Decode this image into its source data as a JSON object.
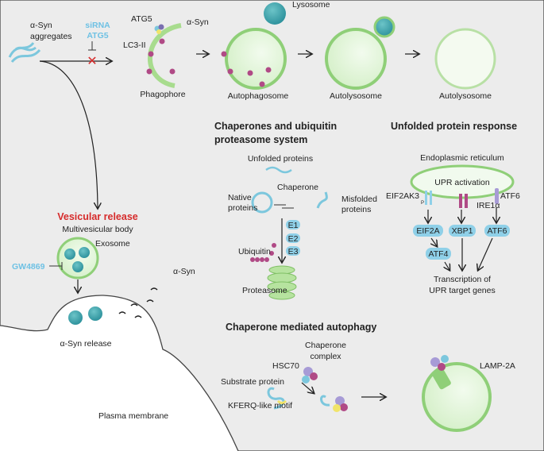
{
  "colors": {
    "background": "#ececec",
    "vesicle_fill": "#dff3d4",
    "vesicle_stroke": "#8fcf78",
    "protein": "#7cc7dd",
    "ubiquitin": "#b04a86",
    "label_blue": "#6ec1e4",
    "label_red": "#d62b2b",
    "pill": "#8fd0e8"
  },
  "autophagy": {
    "aggregates": [
      "α-Syn",
      "aggregates"
    ],
    "inhibitor": [
      "siRNA",
      "ATG5"
    ],
    "atg5": "ATG5",
    "asyn": "α-Syn",
    "lc3": "LC3-II",
    "lysosome": "Lysosome",
    "stages": [
      "Phagophore",
      "Autophagosome",
      "Autolysosome",
      "Autolysosome"
    ]
  },
  "cups": {
    "title": [
      "Chaperones and ubiquitin",
      "proteasome system"
    ],
    "unfolded": "Unfolded proteins",
    "chaperone": "Chaperone",
    "native": [
      "Native",
      "proteins"
    ],
    "misfolded": [
      "Misfolded",
      "proteins"
    ],
    "enzymes": [
      "E1",
      "E2",
      "E3"
    ],
    "ubiquitin": "Ubiquitin",
    "proteasome": "Proteasome"
  },
  "upr": {
    "title": "Unfolded protein response",
    "er": "Endoplasmic reticulum",
    "activation": "UPR activation",
    "sensors": [
      "EIF2AK3",
      "IRE1α",
      "ATF6"
    ],
    "phos": "P",
    "effectors": [
      "EIF2A",
      "XBP1",
      "ATF6"
    ],
    "atf4": "ATF4",
    "output": [
      "Transcription of",
      "UPR target genes"
    ]
  },
  "vesicular": {
    "title": "Vesicular release",
    "mvb": "Multivesicular body",
    "exosome": "Exosome",
    "inhibitor": "GW4869",
    "asyn": "α-Syn",
    "release": "α-Syn release",
    "membrane": "Plasma membrane"
  },
  "cma": {
    "title": "Chaperone mediated autophagy",
    "complex": [
      "Chaperone",
      "complex"
    ],
    "hsc70": "HSC70",
    "substrate": "Substrate protein",
    "motif": "KFERQ-like motif",
    "lamp": "LAMP-2A"
  }
}
